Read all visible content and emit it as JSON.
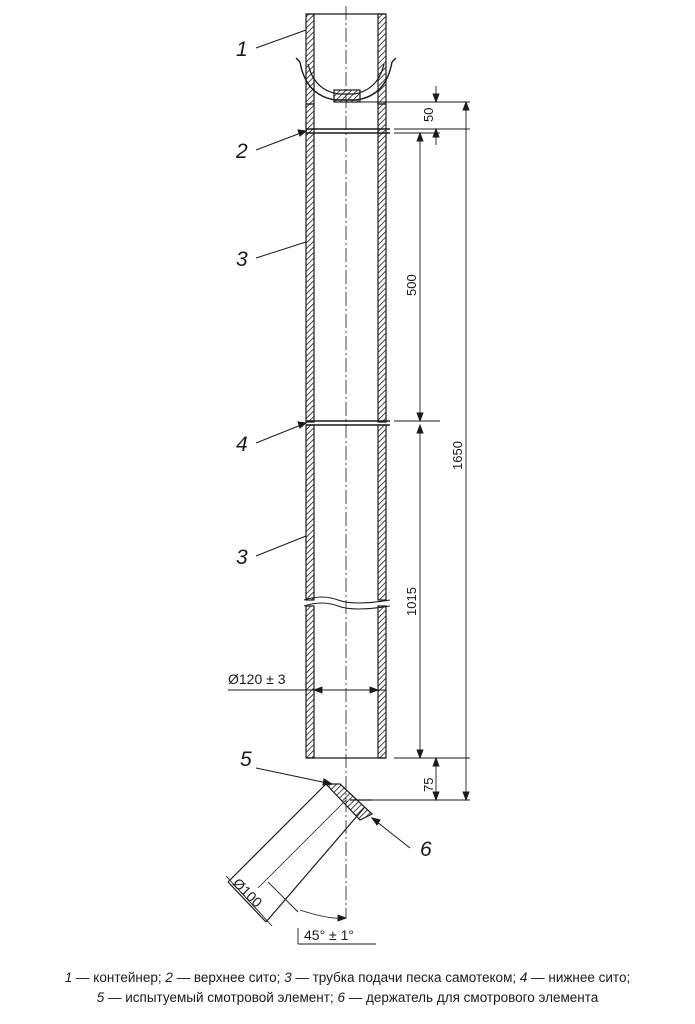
{
  "labels": {
    "l1": "1",
    "l2": "2",
    "l3a": "3",
    "l4": "4",
    "l3b": "3",
    "l5": "5",
    "l6": "6"
  },
  "dimensions": {
    "d50": "50",
    "d500": "500",
    "d1650": "1650",
    "d1015": "1015",
    "d75": "75",
    "diameter_tube": "Ø120 ± 3",
    "diameter_element": "Ø100",
    "angle": "45° ± 1°"
  },
  "legend": {
    "line1": [
      {
        "num": "1",
        "text": " — контейнер; "
      },
      {
        "num": "2",
        "text": " — верхнее сито; "
      },
      {
        "num": "3",
        "text": " — трубка подачи песка самотеком; "
      },
      {
        "num": "4",
        "text": " — нижнее сито;"
      }
    ],
    "line2": [
      {
        "num": "5",
        "text": " — испытуемый смотровой элемент; "
      },
      {
        "num": "6",
        "text": " — держатель для смотрового элемента"
      }
    ]
  }
}
